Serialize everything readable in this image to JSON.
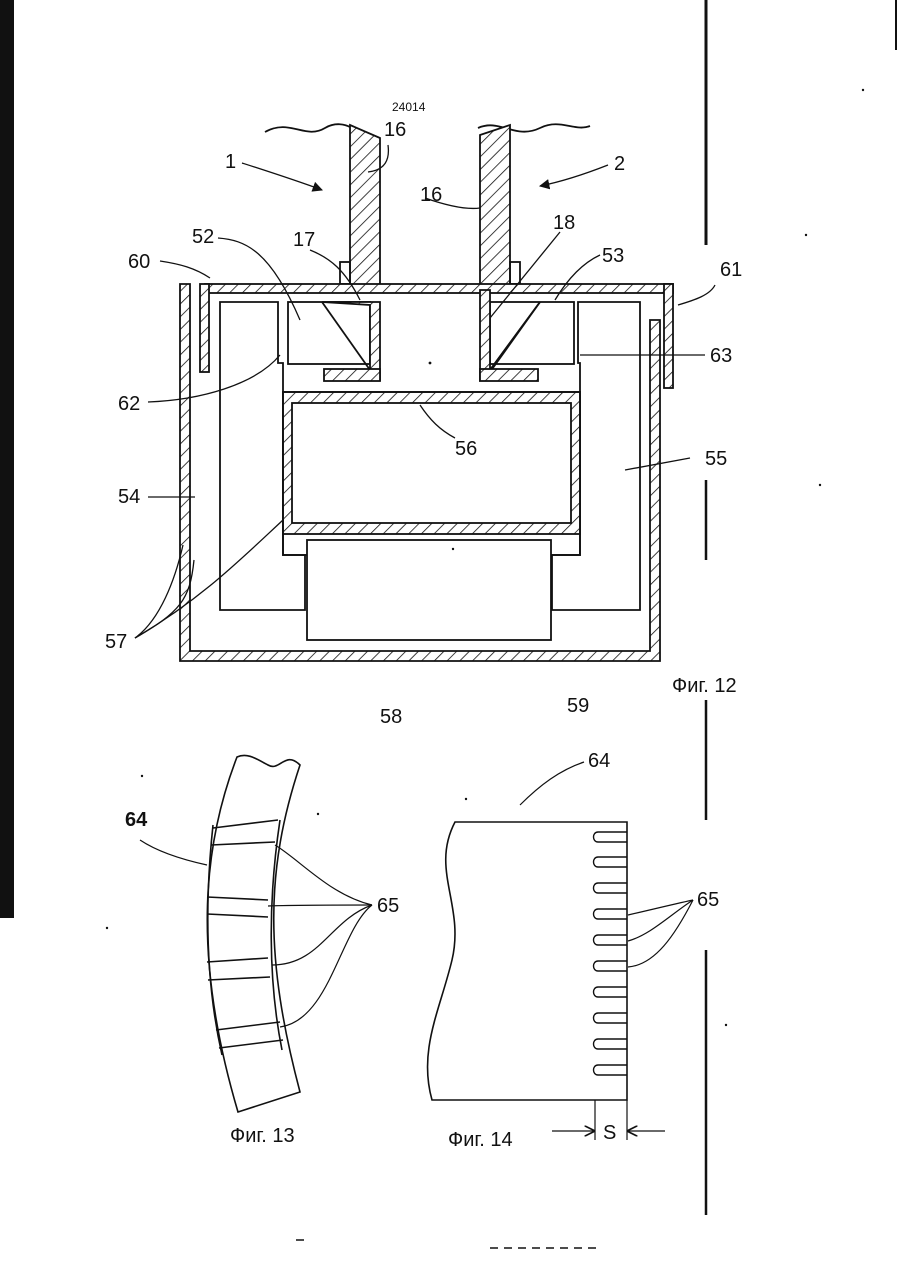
{
  "document": {
    "number": "24014"
  },
  "figure12": {
    "caption": "Фиг. 12",
    "labels": {
      "l1": "1",
      "l2": "2",
      "l16a": "16",
      "l16b": "16",
      "l17": "17",
      "l18": "18",
      "l52": "52",
      "l53": "53",
      "l54": "54",
      "l55": "55",
      "l56": "56",
      "l57": "57",
      "l58": "58",
      "l59": "59",
      "l60": "60",
      "l61": "61",
      "l62": "62",
      "l63": "63"
    }
  },
  "figure13": {
    "caption": "Фиг. 13",
    "labels": {
      "l64": "64",
      "l65": "65"
    }
  },
  "figure14": {
    "caption": "Фиг. 14",
    "labels": {
      "l64": "64",
      "l65": "65",
      "s": "S"
    }
  },
  "colors": {
    "ink": "#111111",
    "paper": "#ffffff"
  }
}
